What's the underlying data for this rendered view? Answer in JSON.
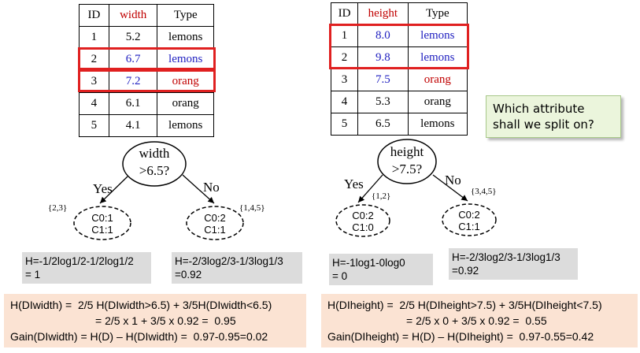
{
  "left": {
    "table": {
      "headers": [
        "ID",
        "width",
        "Type"
      ],
      "rows": [
        [
          "1",
          "5.2",
          "lemons"
        ],
        [
          "2",
          "6.7",
          "lemons"
        ],
        [
          "3",
          "7.2",
          "orang"
        ],
        [
          "4",
          "6.1",
          "orang"
        ],
        [
          "5",
          "4.1",
          "lemons"
        ]
      ]
    },
    "node": {
      "line1": "width",
      "line2": ">6.5?"
    },
    "yes": "Yes",
    "no": "No",
    "yes_set": "{2,3}",
    "no_set": "{1,4,5}",
    "leaf_yes": {
      "c0": "C0:1",
      "c1": "C1:1"
    },
    "leaf_no": {
      "c0": "C0:2",
      "c1": "C1:1"
    },
    "entropy_yes": {
      "l1": "H=-1/2log1/2-1/2log1/2",
      "l2": "= 1"
    },
    "entropy_no": {
      "l1": "H=-2/3log2/3-1/3log1/3",
      "l2": "=0.92"
    },
    "summary": {
      "l1": "H(DIwidth) =  2/5 H(DIwidth>6.5) + 3/5H(DIwidth<6.5)",
      "l2": "= 2/5 x 1 + 3/5 x 0.92 =  0.95",
      "l3": "Gain(DIwidth) = H(D) – H(DIwidth) =  0.97-0.95=0.02"
    }
  },
  "right": {
    "table": {
      "headers": [
        "ID",
        "height",
        "Type"
      ],
      "rows": [
        [
          "1",
          "8.0",
          "lemons"
        ],
        [
          "2",
          "9.8",
          "lemons"
        ],
        [
          "3",
          "7.5",
          "orang"
        ],
        [
          "4",
          "5.3",
          "orang"
        ],
        [
          "5",
          "6.5",
          "lemons"
        ]
      ]
    },
    "node": {
      "line1": "height",
      "line2": ">7.5?"
    },
    "yes": "Yes",
    "no": "No",
    "yes_set": "{1,2}",
    "no_set": "{3,4,5}",
    "leaf_yes": {
      "c0": "C0:2",
      "c1": "C1:0"
    },
    "leaf_no": {
      "c0": "C0:2",
      "c1": "C1:1"
    },
    "entropy_yes": {
      "l1": "H=-1log1-0log0",
      "l2": "= 0"
    },
    "entropy_no": {
      "l1": "H=-2/3log2/3-1/3log1/3",
      "l2": "=0.92"
    },
    "summary": {
      "l1": "H(DIheight) =  2/5 H(DIheight>7.5) + 3/5H(DIheight<7.5)",
      "l2": "= 2/5 x 0 + 3/5 x 0.92 =  0.55",
      "l3": "Gain(DIheight) = H(D) – H(DIheight) =  0.97-0.55=0.42"
    }
  },
  "callout": {
    "l1": "Which attribute",
    "l2": "shall we split on?"
  },
  "colors": {
    "highlight": "#e02020",
    "attribute_header": "#c00000",
    "lemons_highlight": "#2020c0",
    "summary_bg": "#fbe3d3",
    "entropy_bg": "#dcdcdc",
    "callout_bg": "#ebf5dc"
  }
}
